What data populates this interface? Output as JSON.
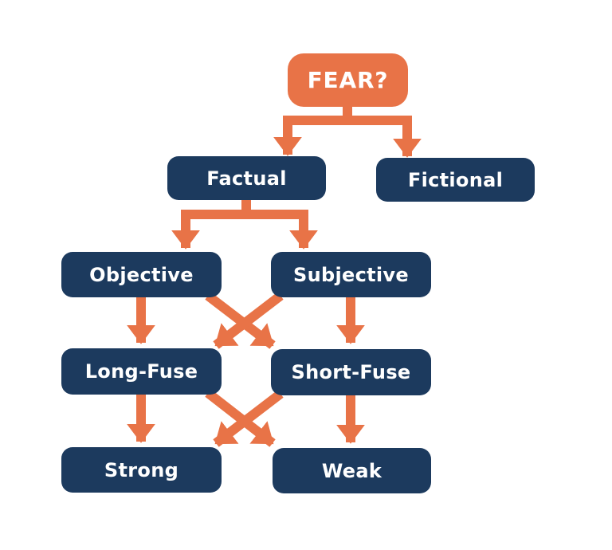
{
  "diagram": {
    "type": "flowchart",
    "background": "#ffffff",
    "colors": {
      "root_fill": "#E87347",
      "node_fill": "#1C3A5E",
      "arrow": "#E87347",
      "label_text": "#FFFFFF"
    },
    "nodes": {
      "fear": {
        "label": "FEAR?"
      },
      "factual": {
        "label": "Factual"
      },
      "fictional": {
        "label": "Fictional"
      },
      "objective": {
        "label": "Objective"
      },
      "subjective": {
        "label": "Subjective"
      },
      "long_fuse": {
        "label": "Long-Fuse"
      },
      "short_fuse": {
        "label": "Short-Fuse"
      },
      "strong": {
        "label": "Strong"
      },
      "weak": {
        "label": "Weak"
      }
    },
    "edges": [
      {
        "from": "fear",
        "to": "factual"
      },
      {
        "from": "fear",
        "to": "fictional"
      },
      {
        "from": "factual",
        "to": "objective"
      },
      {
        "from": "factual",
        "to": "subjective"
      },
      {
        "from": "objective",
        "to": "long_fuse"
      },
      {
        "from": "objective",
        "to": "short_fuse"
      },
      {
        "from": "subjective",
        "to": "long_fuse"
      },
      {
        "from": "subjective",
        "to": "short_fuse"
      },
      {
        "from": "long_fuse",
        "to": "strong"
      },
      {
        "from": "long_fuse",
        "to": "weak"
      },
      {
        "from": "short_fuse",
        "to": "strong"
      },
      {
        "from": "short_fuse",
        "to": "weak"
      }
    ]
  }
}
